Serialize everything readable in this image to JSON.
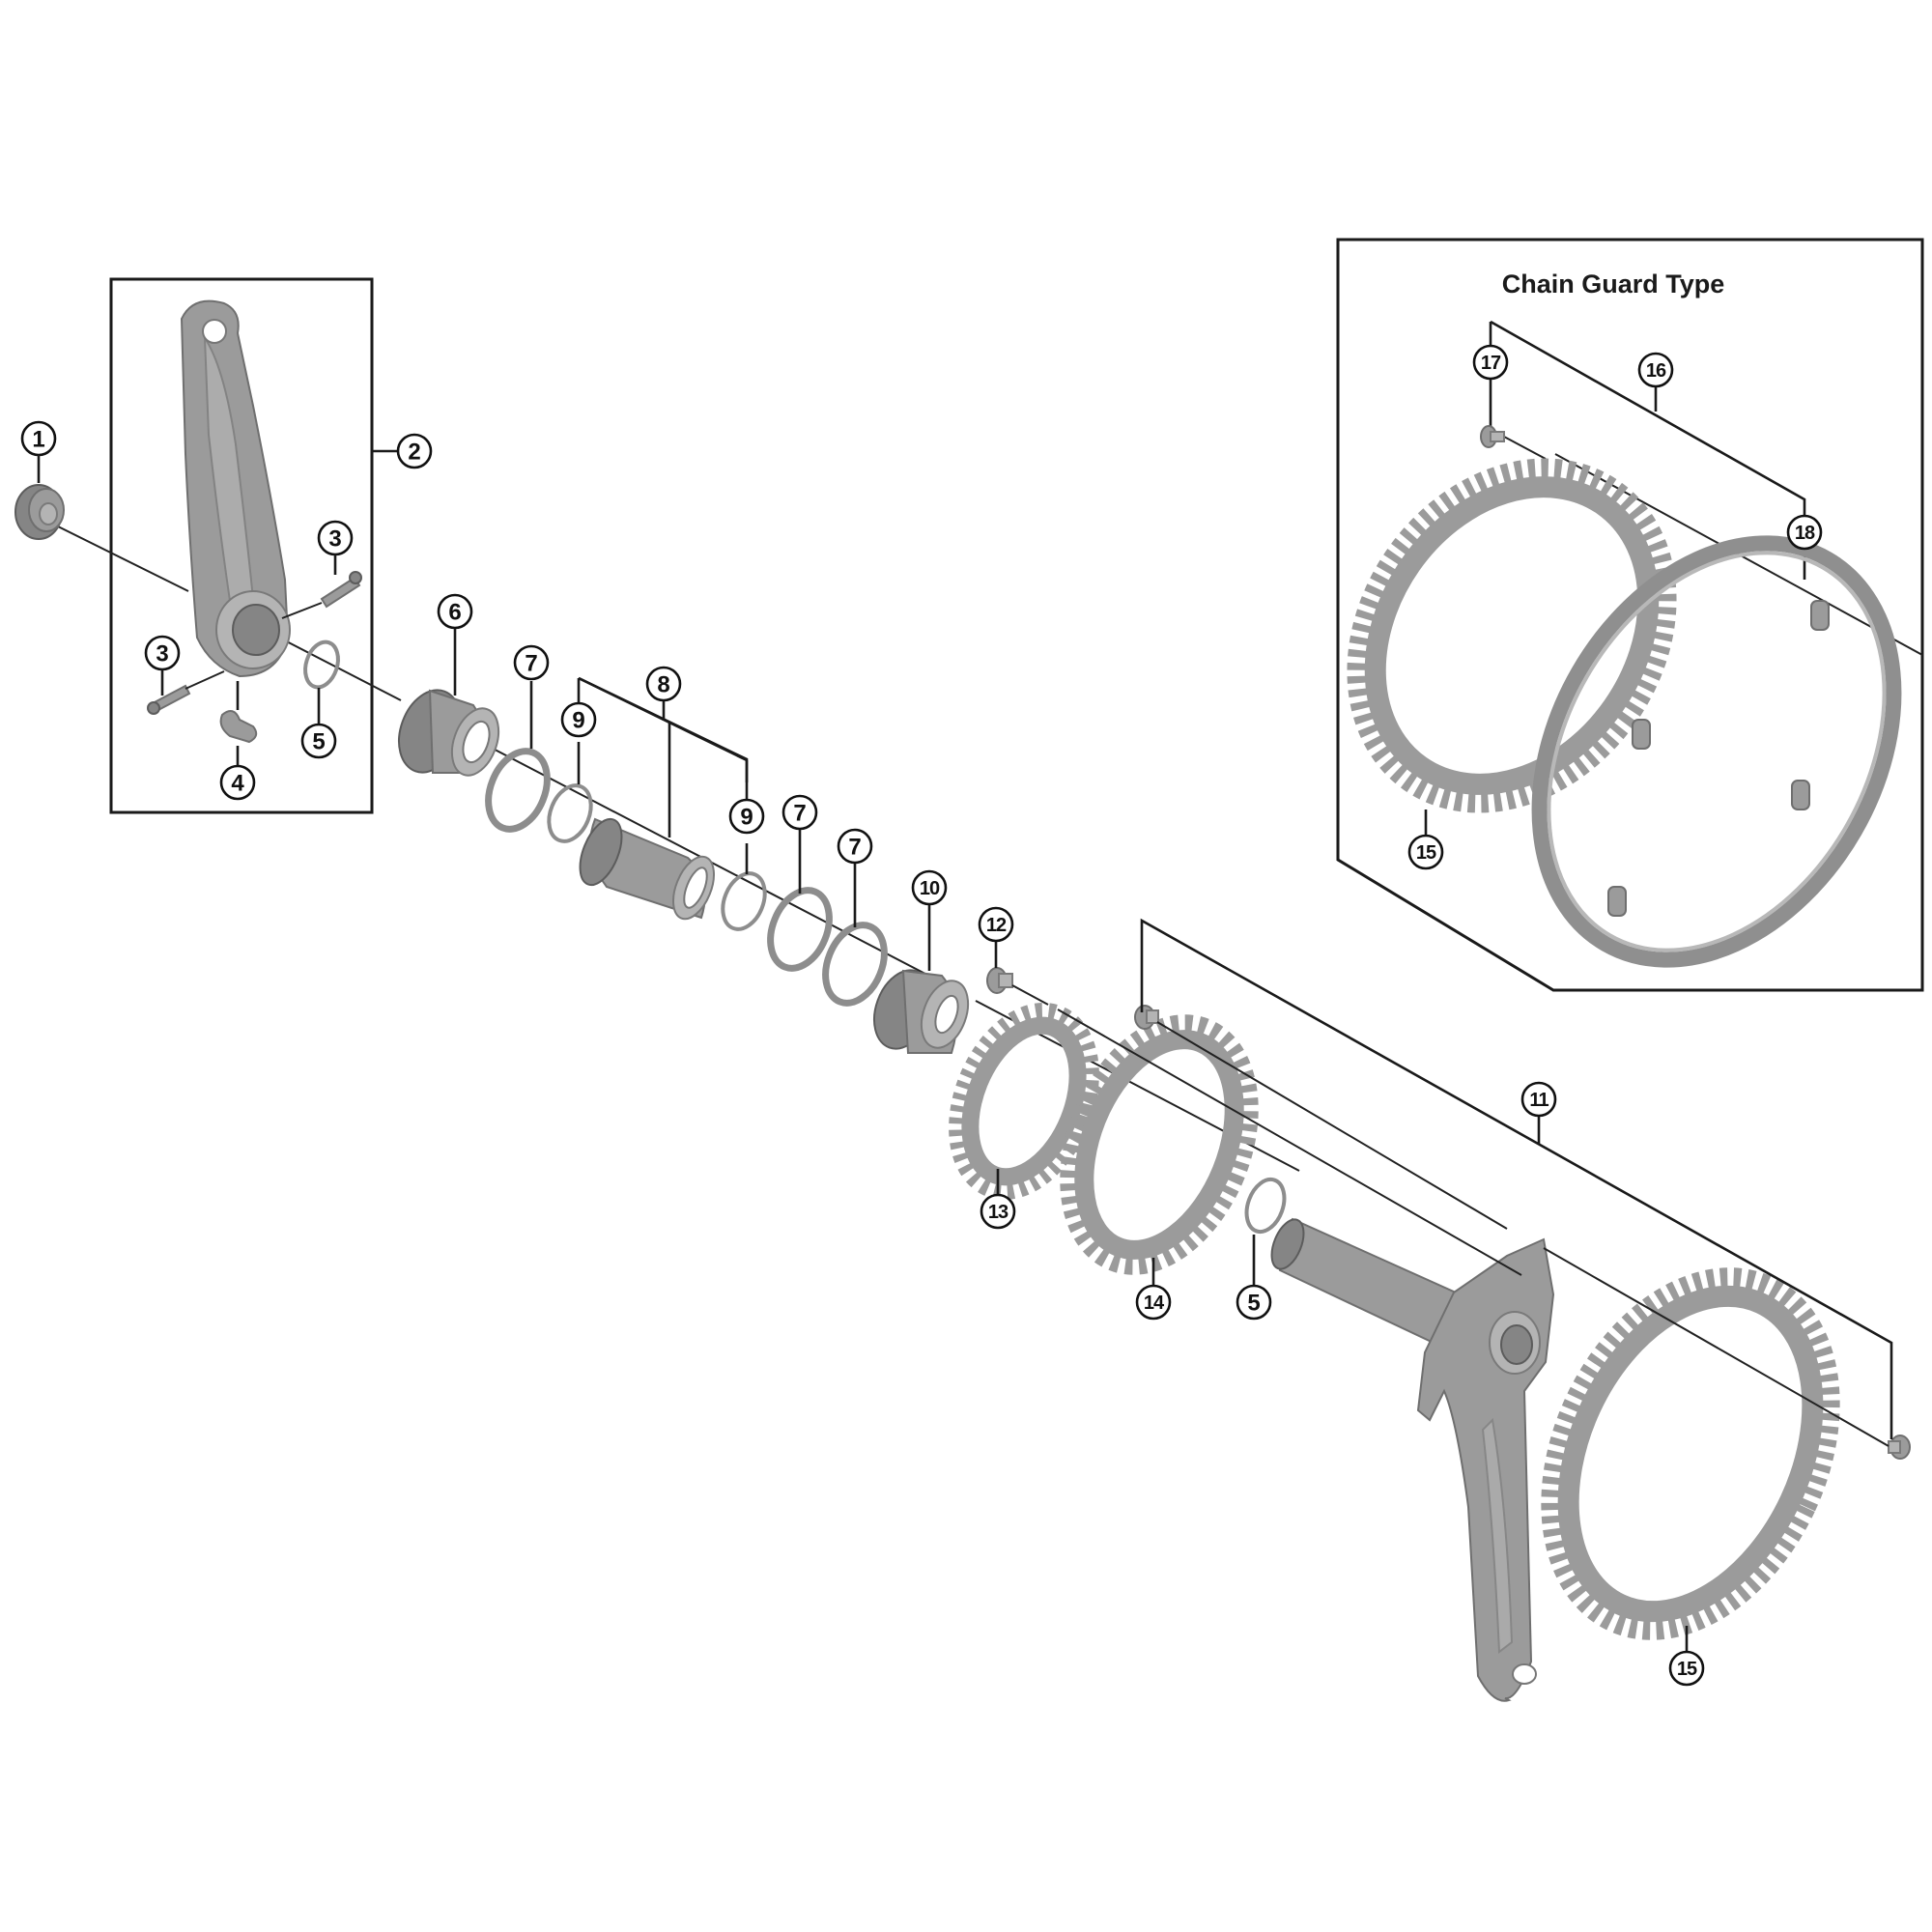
{
  "diagram": {
    "type": "exploded-parts-diagram",
    "subject": "Crankset with bottom bracket",
    "inset_title": "Chain Guard Type",
    "colors": {
      "background": "#ffffff",
      "part_gray": "#9b9b9b",
      "line_black": "#1a1a1a"
    },
    "callouts": [
      {
        "id": "c1",
        "label": "1",
        "part": "left crank fixing bolt cap"
      },
      {
        "id": "c2",
        "label": "2",
        "part": "left hand crank arm unit"
      },
      {
        "id": "c3a",
        "label": "3",
        "part": "crank arm fixing bolt"
      },
      {
        "id": "c3b",
        "label": "3",
        "part": "crank arm fixing bolt"
      },
      {
        "id": "c4",
        "label": "4",
        "part": "plate"
      },
      {
        "id": "c5a",
        "label": "5",
        "part": "o-ring / seal"
      },
      {
        "id": "c5b",
        "label": "5",
        "part": "o-ring / seal"
      },
      {
        "id": "c6",
        "label": "6",
        "part": "left adapter (bottom bracket cup)"
      },
      {
        "id": "c7a",
        "label": "7",
        "part": "bottom bracket spacer"
      },
      {
        "id": "c7b",
        "label": "7",
        "part": "bottom bracket spacer"
      },
      {
        "id": "c7c",
        "label": "7",
        "part": "bottom bracket spacer"
      },
      {
        "id": "c8",
        "label": "8",
        "part": "inner cover"
      },
      {
        "id": "c9a",
        "label": "9",
        "part": "inner cover o-ring"
      },
      {
        "id": "c9b",
        "label": "9",
        "part": "inner cover o-ring"
      },
      {
        "id": "c10",
        "label": "10",
        "part": "right adapter (bottom bracket cup)"
      },
      {
        "id": "c11",
        "label": "11",
        "part": "right hand crank arm unit"
      },
      {
        "id": "c12",
        "label": "12",
        "part": "chainring fixing bolt (inner)"
      },
      {
        "id": "c13",
        "label": "13",
        "part": "small chainring"
      },
      {
        "id": "c14",
        "label": "14",
        "part": "middle chainring"
      },
      {
        "id": "c15a",
        "label": "15",
        "part": "large chainring"
      },
      {
        "id": "c15b",
        "label": "15",
        "part": "large chainring (chain guard type)"
      },
      {
        "id": "c16",
        "label": "16",
        "part": "chain guard set"
      },
      {
        "id": "c17",
        "label": "17",
        "part": "chain guard fixing bolt"
      },
      {
        "id": "c18",
        "label": "18",
        "part": "chain guard"
      }
    ]
  }
}
